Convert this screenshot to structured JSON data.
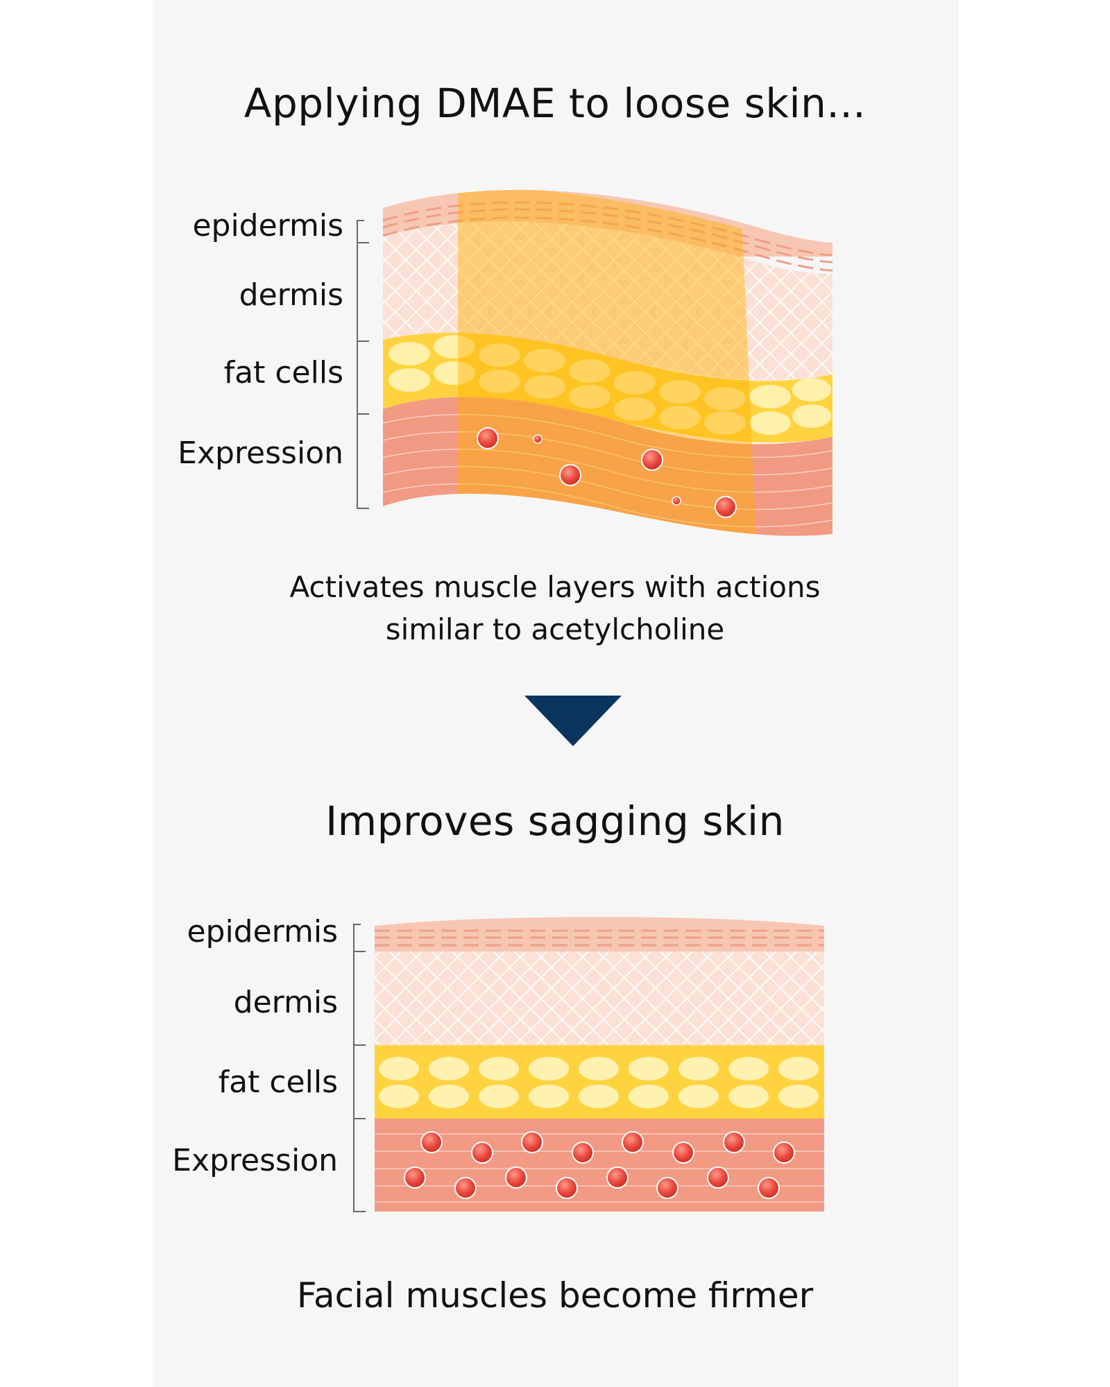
{
  "top": {
    "title": "Applying DMAE to loose skin...",
    "labels": {
      "epidermis": "epidermis",
      "dermis": "dermis",
      "fat": "fat cells",
      "muscle": "Expression"
    },
    "caption_line1": "Activates muscle layers with actions",
    "caption_line2": "similar to acetylcholine"
  },
  "arrow_icon": "down-triangle-icon",
  "bottom": {
    "title": "Improves sagging skin",
    "labels": {
      "epidermis": "epidermis",
      "dermis": "dermis",
      "fat": "fat cells",
      "muscle": "Expression"
    },
    "caption": "Facial muscles become firmer"
  },
  "colors": {
    "panel_bg": "#f6f6f6",
    "arrow": "#0b355f",
    "epidermis": "#f7c7b4",
    "dermis": "#fbe1d5",
    "fat": "#ffd33f",
    "fat_cell": "#fff2b0",
    "muscle": "#f29a83",
    "highlight": "#ffb000",
    "dot": "#e8443a"
  }
}
